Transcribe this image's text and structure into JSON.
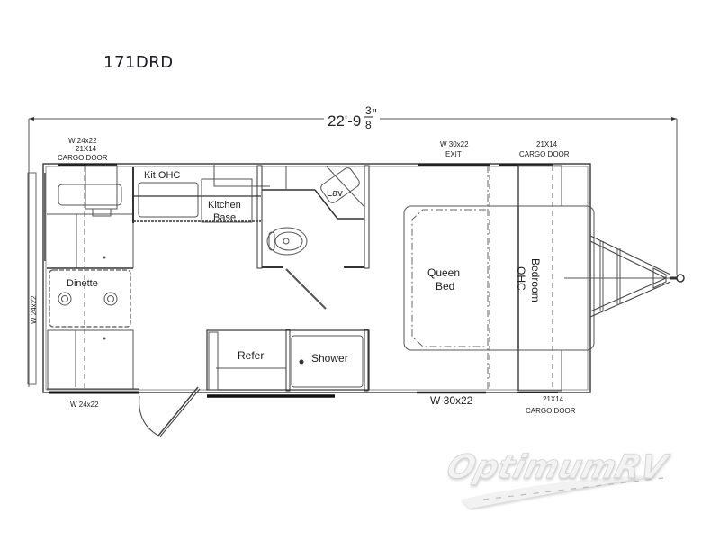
{
  "model": {
    "name": "171DRD"
  },
  "dimensions": {
    "overall_length_feet": "22'-9",
    "overall_length_frac_num": "3",
    "overall_length_frac_den": "8",
    "overall_length_inch_mark": "\""
  },
  "labels": {
    "top_left_window": "W 24x22",
    "top_left_cargo_size": "21X14",
    "top_left_cargo": "CARGO DOOR",
    "top_exit_window": "W 30x22",
    "top_exit": "EXIT",
    "top_right_cargo_size": "21X14",
    "top_right_cargo": "CARGO DOOR",
    "left_side_window": "W 24x22",
    "bottom_left_window": "W 24x22",
    "bottom_window": "W 30x22",
    "bottom_right_cargo_size": "21X14",
    "bottom_right_cargo": "CARGO DOOR"
  },
  "rooms": {
    "kit_ohc": "Kit OHC",
    "kitchen_base_1": "Kitchen",
    "kitchen_base_2": "Base",
    "lav": "Lav",
    "dinette": "Dinette",
    "refer": "Refer",
    "shower": "Shower",
    "queen_bed_1": "Queen",
    "queen_bed_2": "Bed",
    "bedroom_ohc_1": "Bedroom",
    "bedroom_ohc_2": "OHC"
  },
  "watermark": {
    "text": "OptimumRV",
    "color": "#e6e6e6"
  },
  "colors": {
    "line": "#333333",
    "text": "#222222",
    "background": "#ffffff"
  }
}
